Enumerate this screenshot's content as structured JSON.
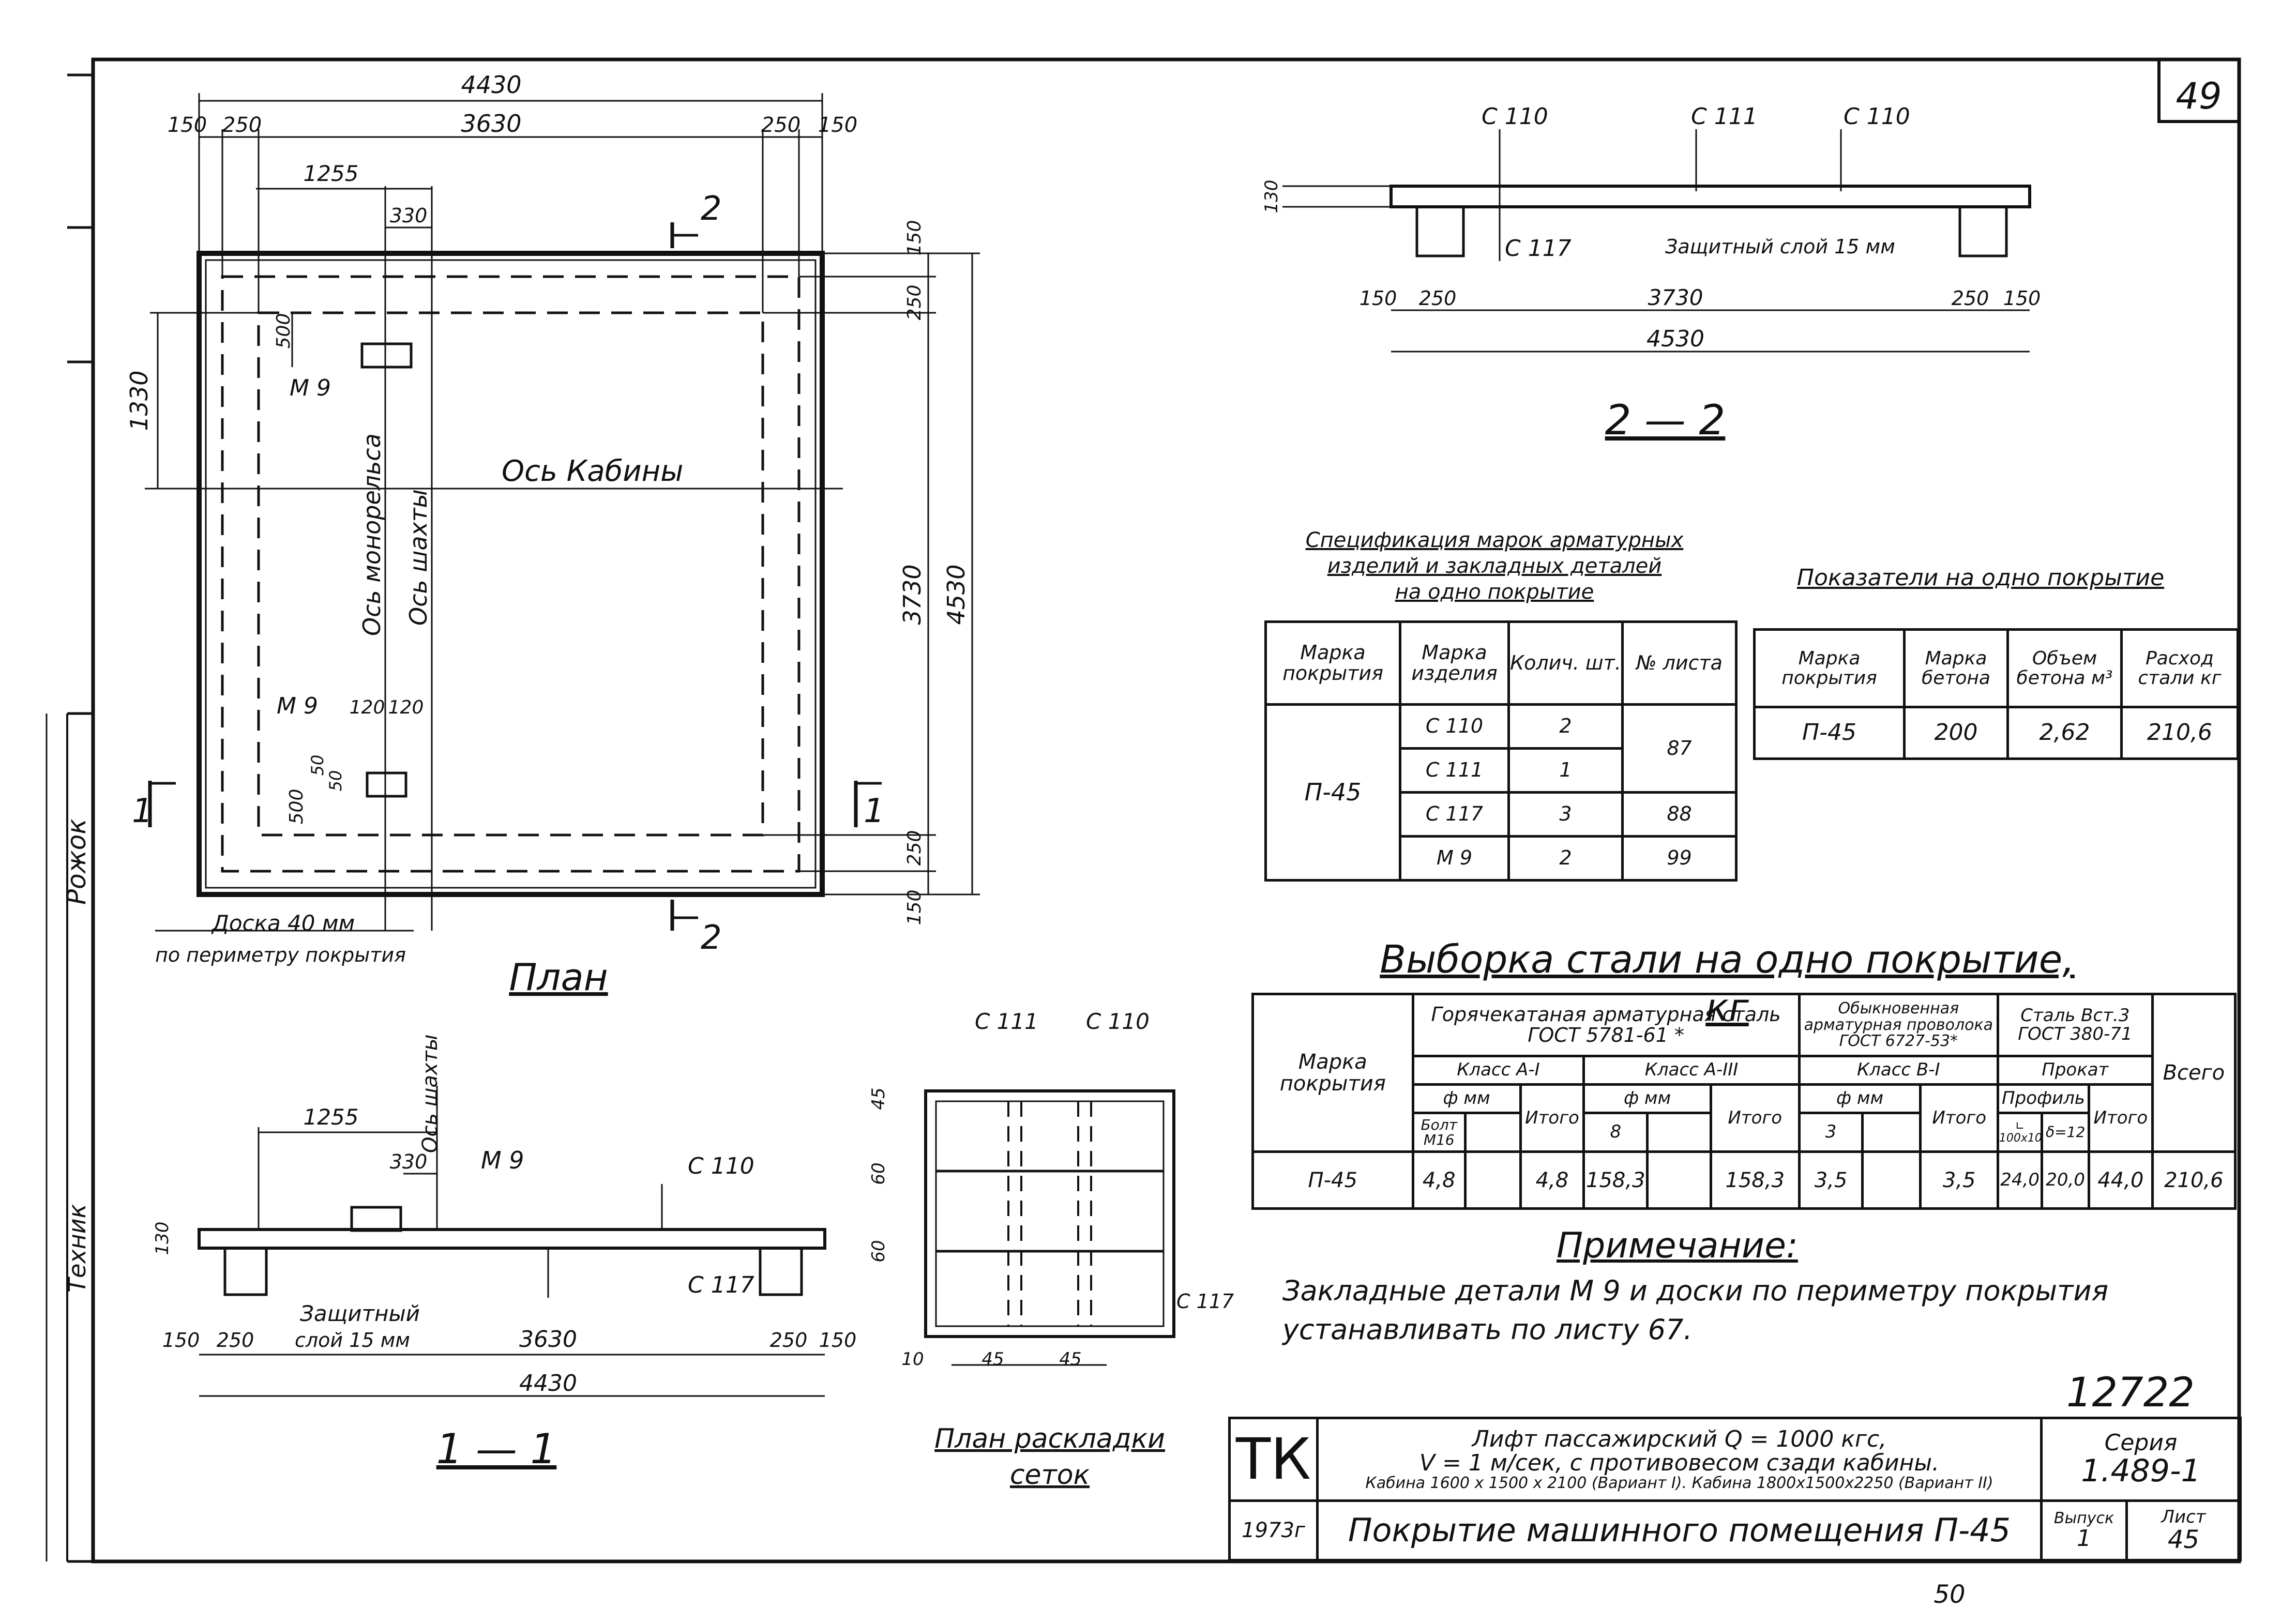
{
  "sheet_number": "49",
  "page_number_bottom": "50",
  "doc_number": "12722",
  "side_strip": {
    "name": "Рожок",
    "role_text": "Техник"
  },
  "plan": {
    "caption": "План",
    "dims": {
      "overall": "4430",
      "left150": "150",
      "left250": "250",
      "middle": "3630",
      "right250": "250",
      "right150": "150",
      "d1255": "1255",
      "d330": "330",
      "v1330": "1330",
      "v500a": "500",
      "v500b": "500",
      "h120a": "120",
      "h120b": "120",
      "v50a": "50",
      "v50b": "50",
      "r150t": "150",
      "r250t": "250",
      "r3730": "3730",
      "r4530": "4530",
      "r250b": "250",
      "r150b": "150"
    },
    "labels": {
      "m9_top": "М 9",
      "m9_bottom": "М 9",
      "axis_cabin": "Ось  Кабины",
      "axis_monorail": "Ось монорельса",
      "axis_shaft": "Ось шахты",
      "section1_left": "1",
      "section1_right": "1",
      "section2_top": "2",
      "section2_bottom": "2",
      "board_note_1": "Доска 40 мм",
      "board_note_2": "по периметру покрытия"
    }
  },
  "section22": {
    "caption": "2 — 2",
    "labels": {
      "c110a": "С 110",
      "c111": "С 111",
      "c110b": "С 110",
      "c117": "С 117",
      "protect": "Защитный слой 15 мм"
    },
    "dims": {
      "h130": "130",
      "d150a": "150",
      "d250a": "250",
      "d3730": "3730",
      "d250b": "250",
      "d150b": "150",
      "d4530": "4530"
    }
  },
  "section11": {
    "caption": "1 — 1",
    "labels": {
      "axis_shaft": "Ось шахты",
      "m9": "М 9",
      "c110": "С 110",
      "c117": "С 117",
      "protect1": "Защитный",
      "protect2": "слой 15 мм"
    },
    "dims": {
      "d1255": "1255",
      "d330": "330",
      "h130": "130",
      "d150a": "150",
      "d250a": "250",
      "d3630": "3630",
      "d250b": "250",
      "d150b": "150",
      "d4430": "4430"
    }
  },
  "mesh_plan": {
    "caption1": "План раскладки",
    "caption2": "сеток",
    "labels": {
      "c111": "С 111",
      "c110": "С 110",
      "c117": "С 117"
    },
    "dims": {
      "v45": "45",
      "v60a": "60",
      "v60b": "60",
      "h10": "10",
      "h45a": "45",
      "h45b": "45"
    }
  },
  "spec_table": {
    "title": [
      "Спецификация марок арматурных",
      "изделий и закладных деталей",
      "на одно покрытие"
    ],
    "headers": [
      "Марка покрытия",
      "Марка изделия",
      "Колич. шт.",
      "№ листа"
    ],
    "cover_mark": "П-45",
    "rows": [
      {
        "item": "С 110",
        "qty": "2"
      },
      {
        "item": "С 111",
        "qty": "1"
      },
      {
        "item": "С 117",
        "qty": "3"
      },
      {
        "item": "М 9",
        "qty": "2"
      }
    ],
    "sheets": [
      "87",
      "88",
      "99"
    ]
  },
  "indicators_table": {
    "title": "Показатели на одно покрытие",
    "headers": [
      "Марка покрытия",
      "Марка бетона",
      "Объем бетона м³",
      "Расход стали кг"
    ],
    "row": [
      "П-45",
      "200",
      "2,62",
      "210,6"
    ]
  },
  "steel_table": {
    "title": "Выборка стали на одно покрытие, кг",
    "mark_header": [
      "Марка",
      "покрытия"
    ],
    "group1": [
      "Горячекатаная арматурная сталь",
      "ГОСТ 5781-61 *"
    ],
    "group2": [
      "Обыкновенная арматурная проволока",
      "ГОСТ 6727-53*"
    ],
    "group3": [
      "Сталь Вст.3",
      "ГОСТ 380-71"
    ],
    "total_header": "Всего",
    "class_a1": "Класс А-I",
    "class_a3": "Класс А-III",
    "class_b1": "Класс В-I",
    "rolled": "Прокат",
    "phi1": "ф мм",
    "phi2": "ф мм",
    "phi3": "ф мм",
    "profile": "Профиль",
    "bolt": [
      "Болт",
      "М16"
    ],
    "d8": "8",
    "d3": "3",
    "angle": [
      "∟",
      "100х10"
    ],
    "sheet": "δ=12",
    "itogo": "Итого",
    "row": [
      "П-45",
      "4,8",
      "",
      "4,8",
      "158,3",
      "",
      "158,3",
      "3,5",
      "",
      "3,5",
      "24,0",
      "20,0",
      "44,0",
      "210,6"
    ]
  },
  "note": {
    "title": "Примечание:",
    "lines": [
      "Закладные детали М 9 и доски по периметру покрытия",
      "устанавливать по листу 67."
    ]
  },
  "title_block": {
    "logo": "ТК",
    "desc": [
      "Лифт пассажирский Q = 1000 кгс,",
      "V = 1 м/сек, с противовесом сзади кабины.",
      "Кабина 1600 х 1500 х 2100 (Вариант I). Кабина 1800х1500х2250 (Вариант II)"
    ],
    "series_label": "Серия",
    "series": "1.489-1",
    "year": "1973г",
    "name": "Покрытие машинного помещения П-45",
    "issue_label": "Выпуск",
    "issue": "1",
    "sheet_label": "Лист",
    "sheet": "45"
  }
}
